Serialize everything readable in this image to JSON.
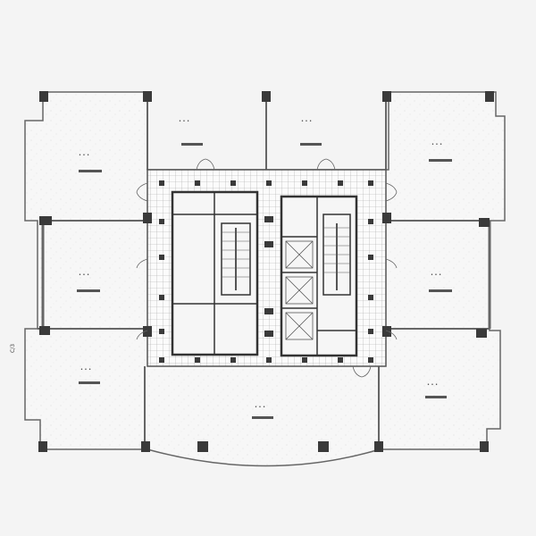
{
  "diagram": {
    "type": "architectural-floor-plan",
    "colors": {
      "background": "#f4f4f4",
      "wall": "#555555",
      "column": "#3a3a3a",
      "grid": "#9a9a9a",
      "paper": "#fafafa"
    },
    "offices": [
      {
        "id": "office-nw",
        "label_marks": "• • •"
      },
      {
        "id": "office-n-left",
        "label_marks": "• • •"
      },
      {
        "id": "office-n-right",
        "label_marks": "• • •"
      },
      {
        "id": "office-ne",
        "label_marks": "• • •"
      },
      {
        "id": "office-w",
        "label_marks": "• • •"
      },
      {
        "id": "office-e",
        "label_marks": "• • •"
      },
      {
        "id": "office-sw",
        "label_marks": "• • •"
      },
      {
        "id": "office-s",
        "label_marks": "• • •"
      },
      {
        "id": "office-se",
        "label_marks": "• • •"
      }
    ],
    "core": {
      "rooms": [
        "restroom-1",
        "restroom-2",
        "stair-1",
        "stair-2",
        "elevator-1",
        "elevator-2",
        "elevator-3",
        "shaft",
        "service-1",
        "service-2"
      ]
    },
    "annotation_left": "C/3"
  }
}
